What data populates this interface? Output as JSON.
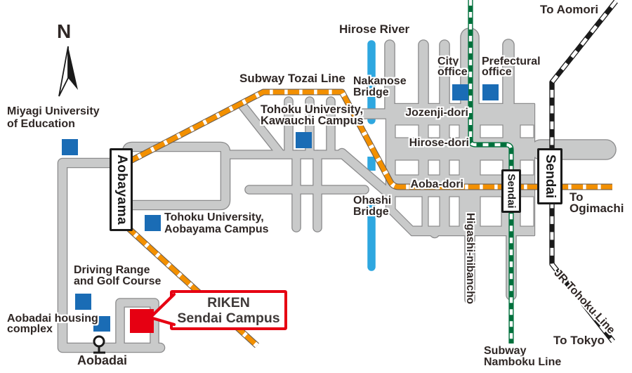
{
  "labels": {
    "north": "N",
    "miyagi_university": "Miyagi University\nof Education",
    "subway_tozai_line": "Subway Tozai Line",
    "hirose_river": "Hirose River",
    "nakanose_bridge": "Nakanose\nBridge",
    "tohoku_univ_kawauchi": "Tohoku University,\nKawauchi Campus",
    "city_office": "City\noffice",
    "prefectural_office": "Prefectural\noffice",
    "jozenji_dori": "Jozenji-dori",
    "hirose_dori": "Hirose-dori",
    "aoba_dori": "Aoba-dori",
    "to_aomori": "To Aomori",
    "to_ogimachi": "To\nOgimachi",
    "jr_tohoku_line": "JR Tohoku Line",
    "to_tokyo": "To Tokyo",
    "subway_namboku_line": "Subway\nNamboku Line",
    "higashi_nibancho": "Higashi-nibancho",
    "ohashi_bridge": "Ohashi\nBridge",
    "tohoku_univ_aobayama": "Tohoku University,\nAobayama Campus",
    "driving_range": "Driving Range\nand Golf Course",
    "aobadai_housing": "Aobadai housing\ncomplex",
    "aobadai": "Aobadai",
    "riken": "RIKEN\nSendai Campus"
  },
  "stations": {
    "aobayama": "Aobayama",
    "sendai_subway": "Sendai",
    "sendai_jr": "Sendai"
  },
  "colors": {
    "road": "#c9caca",
    "road_outline": "#8b8b8c",
    "river_blue": "#2ea7e0",
    "tozai_orange": "#f39000",
    "namboku_green": "#00703c",
    "jr_line_black": "#1a1a1a",
    "landmark_blue": "#1a6cb5",
    "riken_red": "#e60012",
    "text": "#2f2725"
  }
}
